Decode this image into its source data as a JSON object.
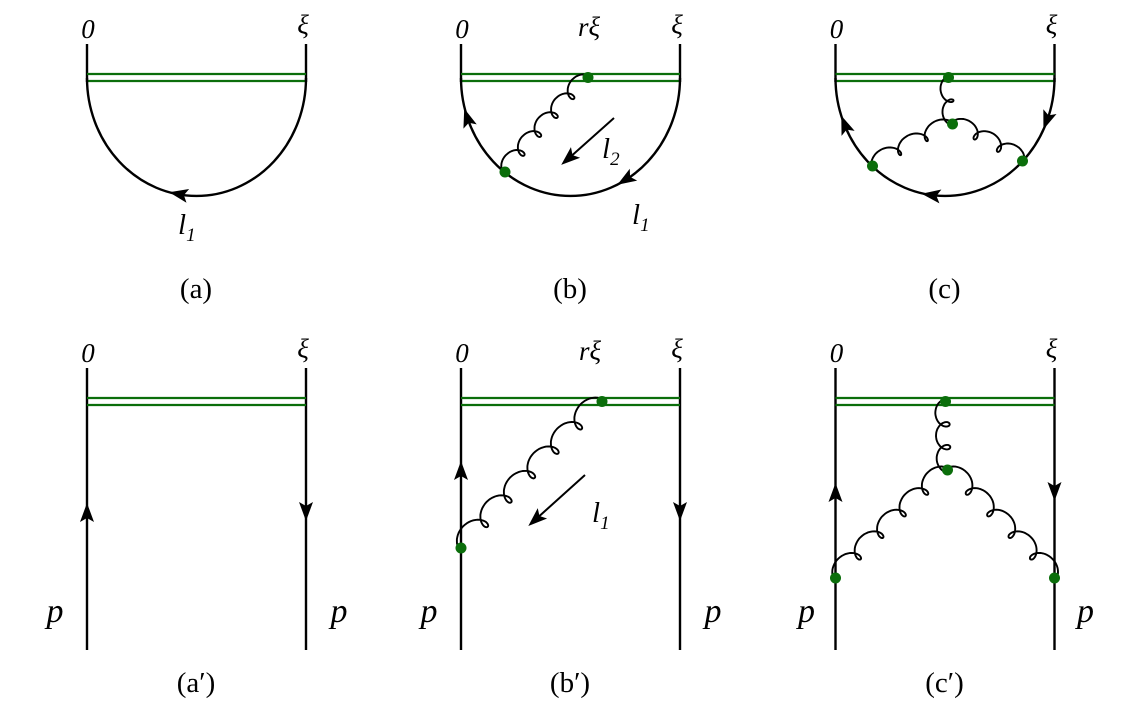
{
  "figure": {
    "background": "#ffffff",
    "colors": {
      "wilson_green": "#0b6e0b",
      "line_black": "#000000"
    },
    "labels": {
      "zero": "0",
      "xi": "ξ",
      "rxi": "rξ",
      "p": "p",
      "l_main": "l",
      "l1_sub": "1",
      "l2_sub": "2"
    },
    "captions": {
      "a": "(a)",
      "b": "(b)",
      "c": "(c)",
      "ap": "(a′)",
      "bp": "(b′)",
      "cp": "(c′)"
    }
  }
}
